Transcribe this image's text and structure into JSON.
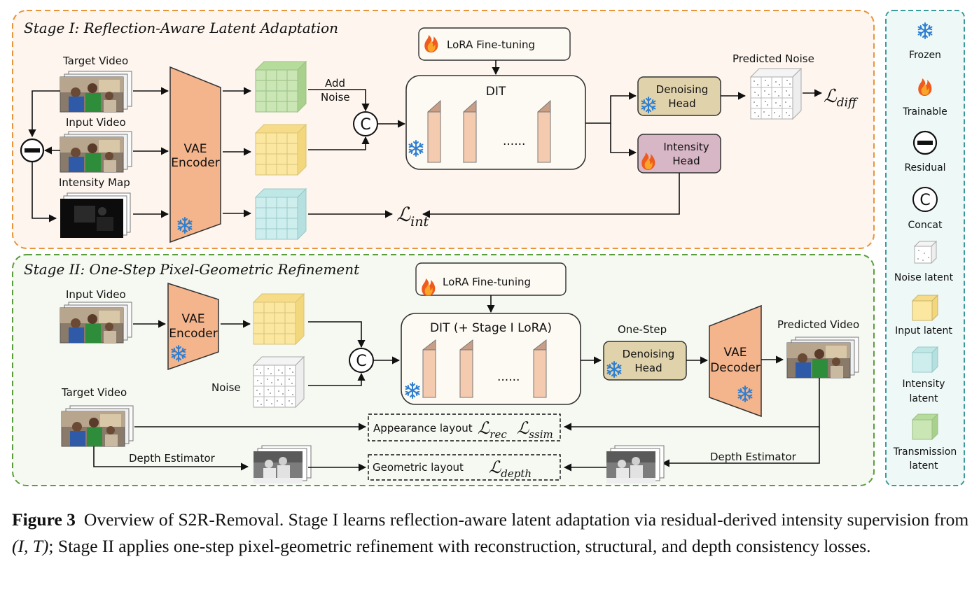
{
  "stage1": {
    "title": "Stage I: Reflection-Aware Latent Adaptation",
    "target_video": "Target Video",
    "input_video": "Input Video",
    "intensity_map": "Intensity Map",
    "vae_encoder": [
      "VAE",
      "Encoder"
    ],
    "add_noise": [
      "Add",
      "Noise"
    ],
    "lora": "LoRA Fine-tuning",
    "dit": "DIT",
    "dots": "......",
    "predicted_noise": "Predicted Noise",
    "denoising_head": [
      "Denoising",
      "Head"
    ],
    "intensity_head": [
      "Intensity",
      "Head"
    ],
    "loss_diff": {
      "base": "ℒ",
      "sub": "diff"
    },
    "loss_int": {
      "base": "ℒ",
      "sub": "int"
    }
  },
  "stage2": {
    "title": "Stage II: One-Step Pixel-Geometric Refinement",
    "input_video": "Input Video",
    "vae_encoder": [
      "VAE",
      "Encoder"
    ],
    "noise": "Noise",
    "lora": "LoRA Fine-tuning",
    "dit": "DIT (+ Stage I LoRA)",
    "dots": "......",
    "one_step": "One-Step",
    "denoising_head": [
      "Denoising",
      "Head"
    ],
    "vae_decoder": [
      "VAE",
      "Decoder"
    ],
    "predicted_video": "Predicted Video",
    "target_video": "Target Video",
    "depth_estimator_left": "Depth Estimator",
    "depth_estimator_right": "Depth Estimator",
    "appearance_layout": "Appearance layout",
    "loss_rec": {
      "base": "ℒ",
      "sub": "rec"
    },
    "loss_ssim": {
      "base": "ℒ",
      "sub": "ssim"
    },
    "geometric_layout": "Geometric layout",
    "loss_depth": {
      "base": "ℒ",
      "sub": "depth"
    }
  },
  "legend": {
    "frozen": "Frozen",
    "trainable": "Trainable",
    "residual": "Residual",
    "concat": "Concat",
    "noise_latent": "Noise latent",
    "input_latent": "Input latent",
    "intensity_latent": [
      "Intensity",
      "latent"
    ],
    "transmission_latent": [
      "Transmission",
      "latent"
    ]
  },
  "symbols": {
    "concat": "C"
  },
  "colors": {
    "stage1_border": "#e8943a",
    "stage1_fill": "#fdf5ee",
    "stage2_border": "#5a9e3c",
    "stage2_fill": "#f5f9f1",
    "legend_border": "#3a9a9a",
    "legend_fill": "#eef8f7",
    "encoder": "#f4b48c",
    "green_latent": "#c9e6b4",
    "yellow_latent": "#fbe7a0",
    "cyan_latent": "#cdeeed",
    "denoising_head": "#e0d3ac",
    "intensity_head": "#d7b6c5",
    "snowflake": "#2e7fd1"
  },
  "caption": {
    "label": "Figure 3",
    "text_1": "Overview of S2R-Removal. Stage I learns reflection-aware latent adaptation via residual-derived intensity supervision from ",
    "math": "(I, T)",
    "text_2": "; Stage II applies one-step pixel-geometric refinement with reconstruction, structural, and depth consistency losses."
  }
}
